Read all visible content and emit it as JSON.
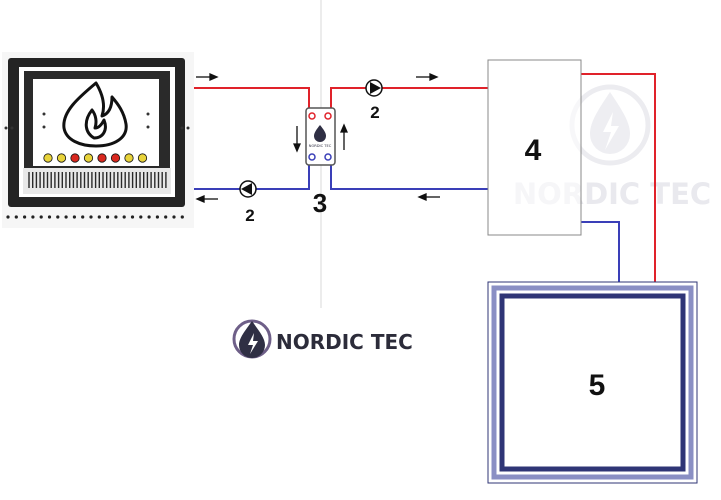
{
  "colors": {
    "hot": "#e0222a",
    "cold": "#3a3fb8",
    "frame": "#333333",
    "tank_line": "#2f3576",
    "tank_light": "#8a8fc4",
    "logo_drop": "#2f2f44",
    "logo_ring": "#6e5f88",
    "logo_text": "#2c2c3a",
    "watermark": "#e9e9ee",
    "fireplace_leds": [
      "#e8d33a",
      "#e8d33a",
      "#d9281f",
      "#e8d33a",
      "#d9281f",
      "#d9281f",
      "#e8d33a",
      "#e8d33a"
    ]
  },
  "labels": {
    "pump_right": "2",
    "pump_left": "2",
    "exchanger": "3",
    "boiler": "4",
    "tank": "5"
  },
  "brand": {
    "logo_text": "NORDIC TEC",
    "exchanger_logo_text": "NORDIC TEC",
    "watermark_text": "NORDIC TEC"
  },
  "icons": {
    "fireplace": "fireplace-icon",
    "flame": "flame-icon",
    "pump": "pump-icon",
    "heat_exchanger": "heat-exchanger-icon",
    "flow_arrow": "arrow-icon",
    "logo": "water-drop-bolt-icon"
  }
}
